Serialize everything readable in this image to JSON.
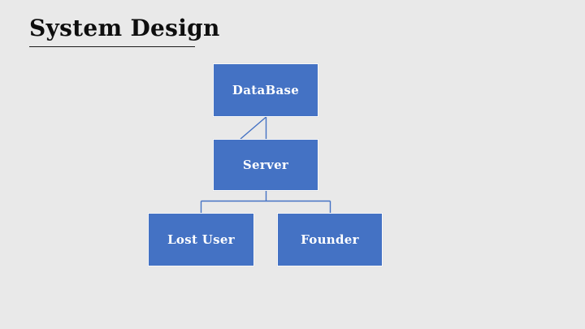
{
  "slide": {
    "title": "System Design",
    "background_color": "#e9e9e9",
    "title_color": "#0e0e0e"
  },
  "diagram": {
    "type": "org-chart",
    "node_fill_color": "#4472c4",
    "node_border_color": "#fafafa",
    "node_text_color": "#ffffff",
    "connector_color": "#4472c4",
    "nodes": [
      {
        "id": "database",
        "label": "DataBase",
        "level": 1,
        "parent": null
      },
      {
        "id": "server",
        "label": "Server",
        "level": 2,
        "parent": "DataBase"
      },
      {
        "id": "lost-user",
        "label": "Lost User",
        "level": 3,
        "parent": "Server"
      },
      {
        "id": "founder",
        "label": "Founder",
        "level": 3,
        "parent": "Server"
      }
    ],
    "edges": [
      {
        "from": "DataBase",
        "to": "Server"
      },
      {
        "from": "Server",
        "to": "Lost User"
      },
      {
        "from": "Server",
        "to": "Founder"
      }
    ]
  }
}
